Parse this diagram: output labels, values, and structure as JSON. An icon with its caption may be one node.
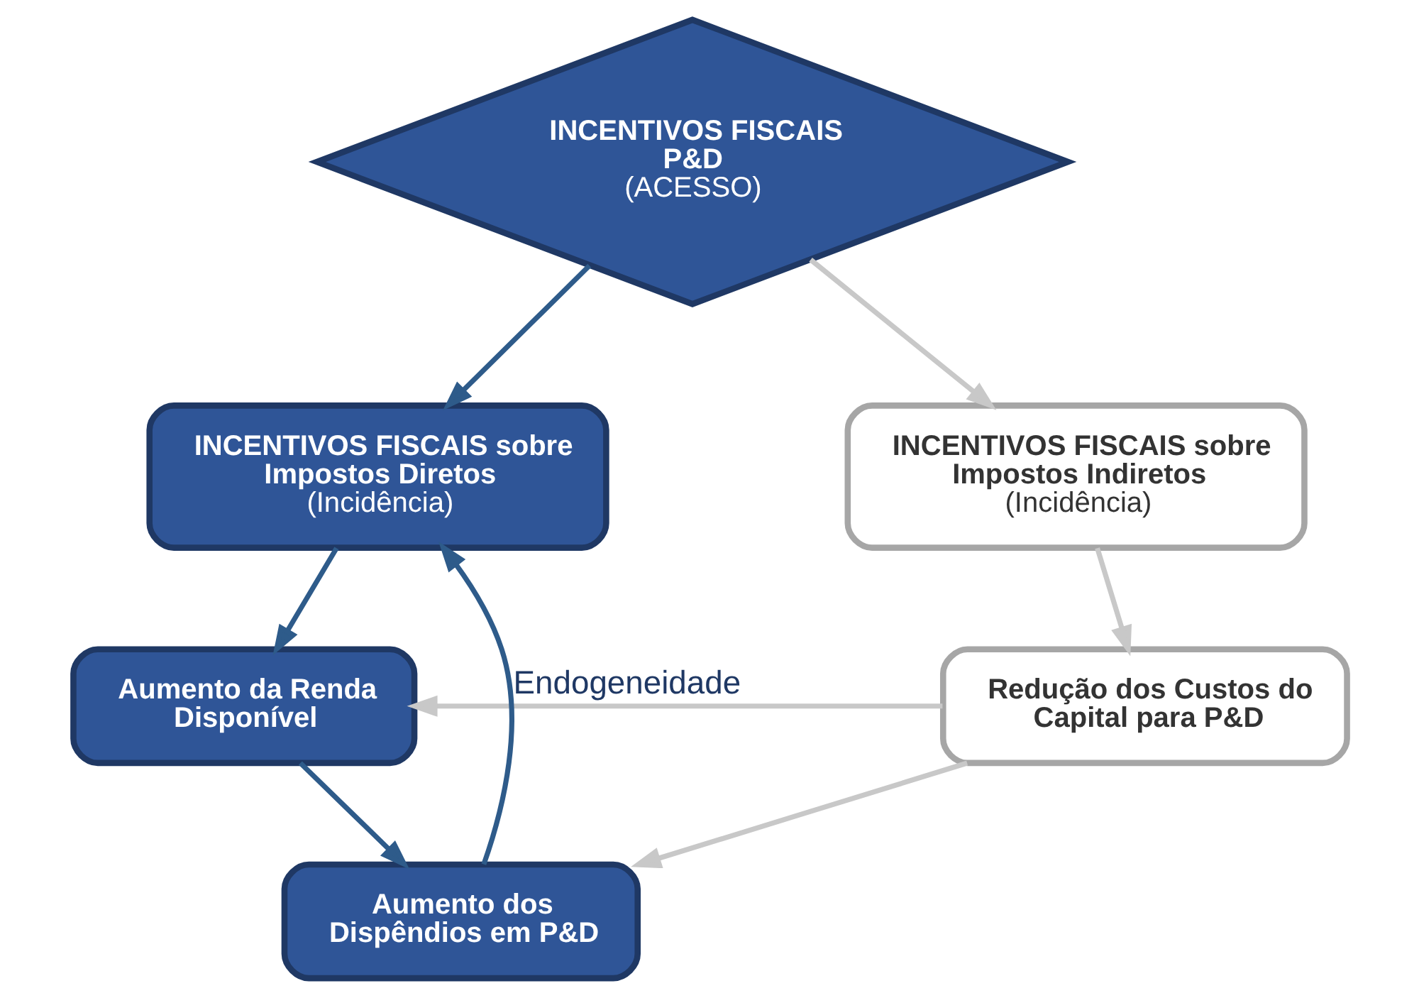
{
  "diagram": {
    "nodes": [
      {
        "text": [
          "INCENTIVOS FISCAIS P&D",
          "(ACESSO)"
        ]
      },
      {
        "text": [
          "INCENTIVOS FISCAIS sobre Impostos Diretos",
          "(Incidência)"
        ]
      },
      {
        "text": [
          "INCENTIVOS FISCAIS sobre Impostos Indiretos",
          "(Incidência)"
        ]
      },
      {
        "text": [
          "Aumento da Renda Disponível"
        ]
      },
      {
        "text": [
          "Redução dos Custos do Capital para P&D"
        ]
      },
      {
        "text": [
          "Aumento dos Dispêndios em P&D"
        ]
      }
    ],
    "edges": [
      {
        "from": 0,
        "to": 1,
        "arrow": "to"
      },
      {
        "from": 0,
        "to": 2,
        "arrow": "to",
        "color": "#c8c8c8"
      },
      {
        "from": 1,
        "to": 3,
        "arrow": "to"
      },
      {
        "from": 2,
        "to": 4,
        "arrow": "to",
        "color": "#c8c8c8"
      },
      {
        "from": 4,
        "to": 3,
        "arrow": "to",
        "color": "#c8c8c8"
      },
      {
        "from": 3,
        "to": 5,
        "arrow": "to"
      },
      {
        "from": 4,
        "to": 5,
        "arrow": "to",
        "color": "#c8c8c8"
      },
      {
        "from": 5,
        "to": 1,
        "arrow": "to",
        "label": "Endogeneidade"
      }
    ]
  }
}
